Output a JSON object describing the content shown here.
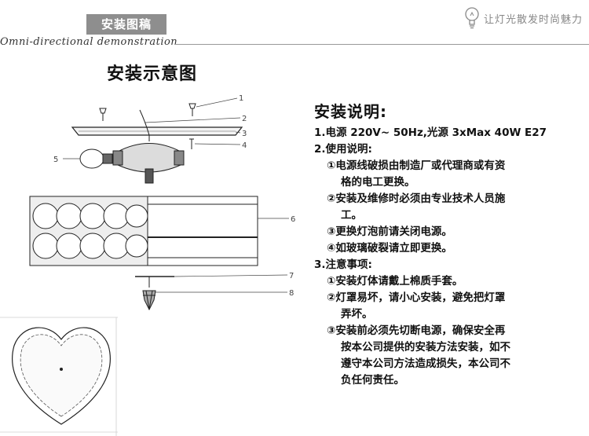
{
  "header": {
    "tag": "安装图稿",
    "subtitle": "Omni-directional demonstration",
    "brand_icon": "lightbulb-icon",
    "brand_text": "让灯光散发时尚魅力"
  },
  "diagram": {
    "title": "安装示意图",
    "callouts": [
      "1",
      "2",
      "3",
      "4",
      "5",
      "6",
      "7",
      "8"
    ]
  },
  "instructions": {
    "title": "安装说明:",
    "item1": "1.电源 220V~ 50Hz,光源 3xMax 40W E27",
    "item2": "2.使用说明:",
    "item2_1a": "①电源线破损由制造厂或代理商或有资",
    "item2_1b": "格的电工更换。",
    "item2_2a": "②安装及维修时必须由专业技术人员施",
    "item2_2b": "工。",
    "item2_3": "③更换灯泡前请关闭电源。",
    "item2_4": "④如玻璃破裂请立即更换。",
    "item3": "3.注意事项:",
    "item3_1": "①安装灯体请戴上棉质手套。",
    "item3_2a": "②灯罩易坏，请小心安装，避免把灯罩",
    "item3_2b": "弄坏。",
    "item3_3a": "③安装前必须先切断电源，确保安全再",
    "item3_3b": "按本公司提供的安装方法安装，如不",
    "item3_3c": "遵守本公司方法造成损失，本公司不",
    "item3_3d": "负任何责任。"
  }
}
